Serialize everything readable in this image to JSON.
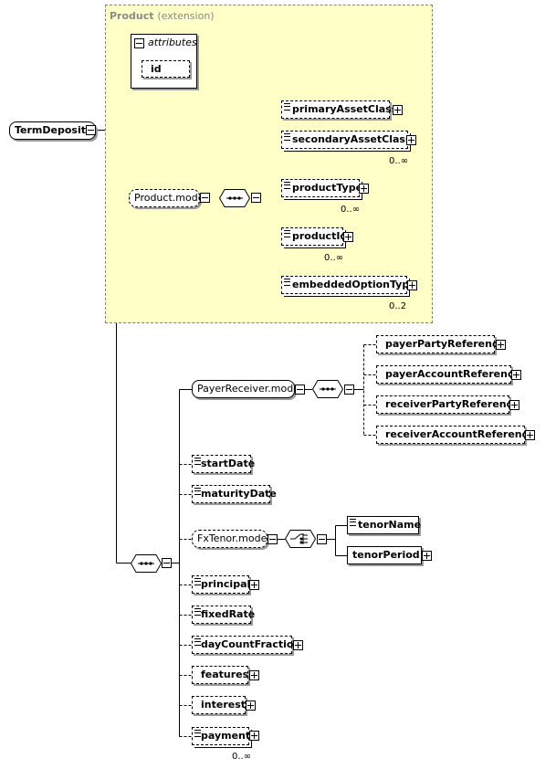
{
  "extension_box": {
    "name": "Product",
    "kind": "(extension)"
  },
  "attributes_box": {
    "title": "attributes",
    "items": [
      "id"
    ]
  },
  "root": {
    "label": "TermDeposit"
  },
  "product_group": {
    "label": "Product.model",
    "items": [
      {
        "label": "primaryAssetClass",
        "occurs": ""
      },
      {
        "label": "secondaryAssetClass",
        "occurs": "0..∞"
      },
      {
        "label": "productType",
        "occurs": "0..∞"
      },
      {
        "label": "productId",
        "occurs": "0..∞"
      },
      {
        "label": "embeddedOptionType",
        "occurs": "0..2"
      }
    ]
  },
  "payer_group": {
    "label": "PayerReceiver.model",
    "items": [
      {
        "label": "payerPartyReference"
      },
      {
        "label": "payerAccountReference"
      },
      {
        "label": "receiverPartyReference"
      },
      {
        "label": "receiverAccountReference"
      }
    ]
  },
  "fxtenor_group": {
    "label": "FxTenor.model",
    "items": [
      {
        "label": "tenorName"
      },
      {
        "label": "tenorPeriod"
      }
    ]
  },
  "elements": {
    "startDate": "startDate",
    "maturityDate": "maturityDate",
    "principal": "principal",
    "fixedRate": "fixedRate",
    "dayCountFraction": "dayCountFraction",
    "features": "features",
    "interest": "interest",
    "payment": "payment",
    "payment_occurs": "0..∞"
  },
  "icons": [
    "minus-toggle-icon",
    "plus-toggle-icon",
    "sequence-compositor-icon",
    "choice-compositor-icon",
    "documentation-icon"
  ]
}
